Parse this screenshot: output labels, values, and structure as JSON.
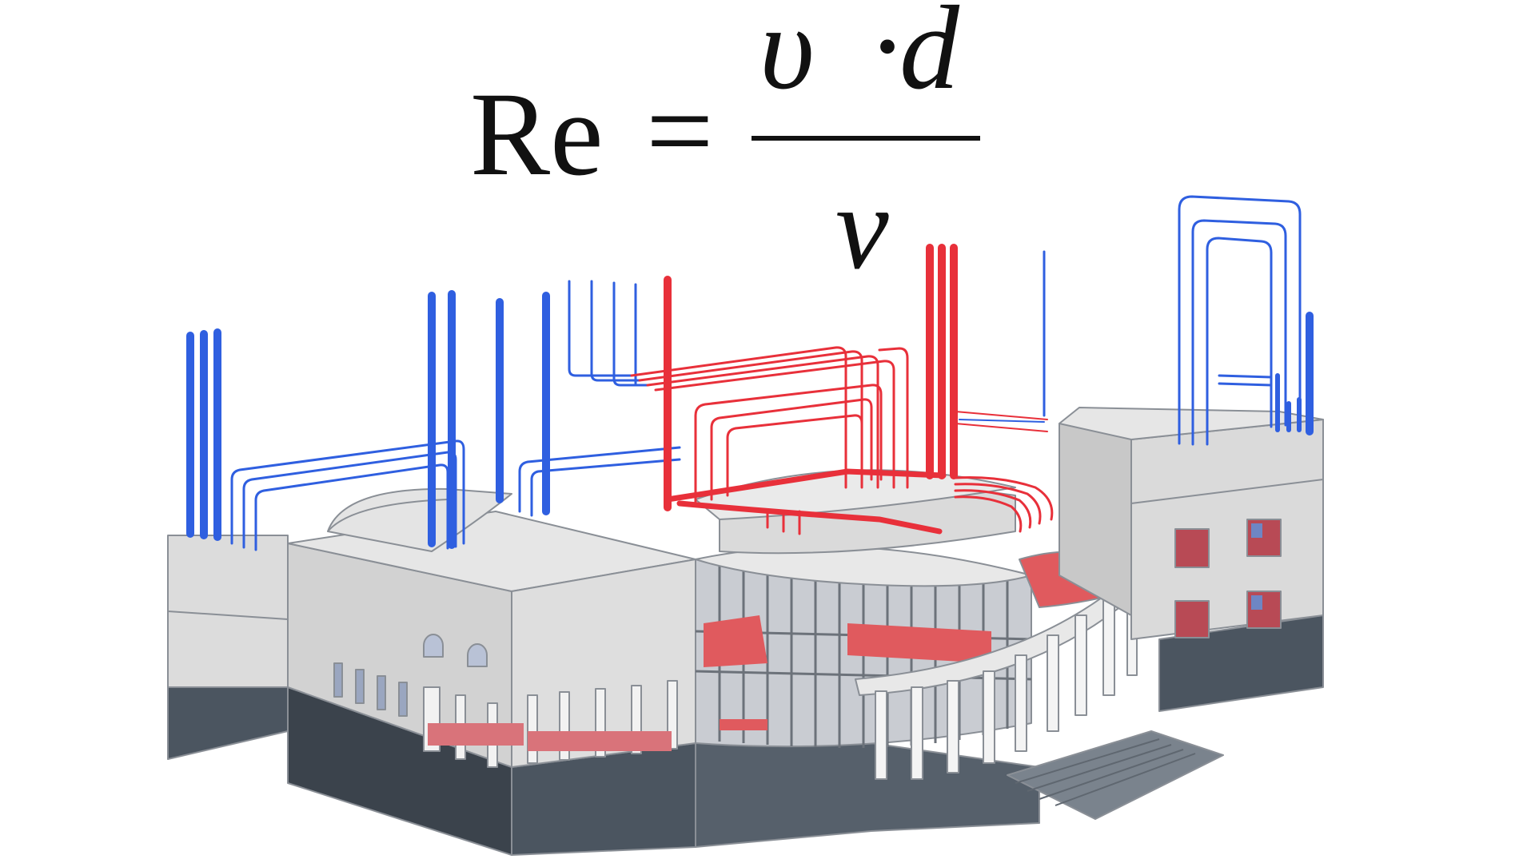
{
  "formula": {
    "lhs": "Re",
    "equals": "=",
    "numerator_velocity": "υ",
    "numerator_dot": "·",
    "numerator_length": "d",
    "denominator": "ν"
  },
  "colors": {
    "background": "#ffffff",
    "formula_ink": "#111111",
    "cold_pipe": "#2f5fe0",
    "hot_pipe": "#e8303a",
    "hot_fill": "#e05a5e",
    "wall_light": "#dcdcdc",
    "wall_mid": "#c8c8c8",
    "wall_top": "#e6e6e6",
    "base_dark": "#4b5560",
    "base_darker": "#3b434c",
    "outline": "#8a8f96"
  },
  "icons": {
    "building": "building-isometric-icon",
    "pipes": "pipe-network-icon"
  }
}
